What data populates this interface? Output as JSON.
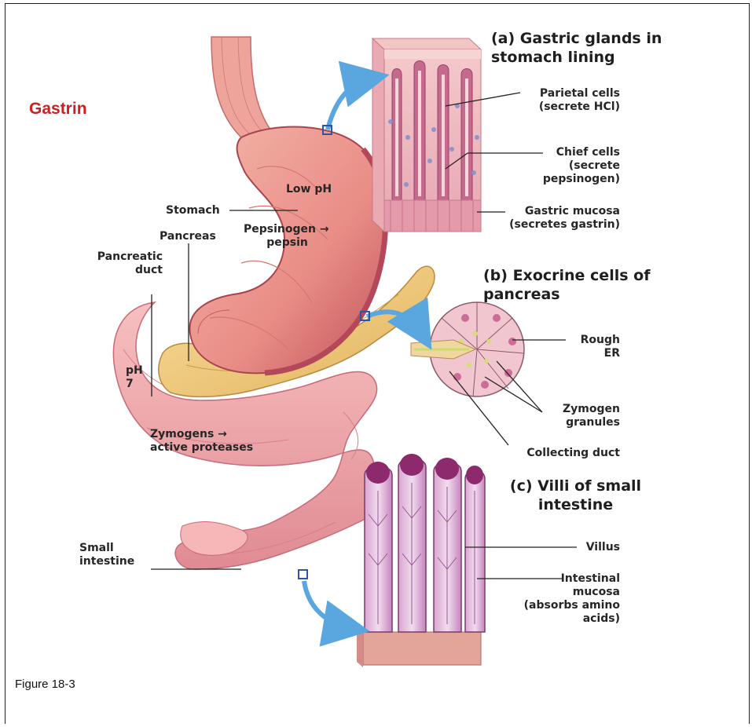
{
  "title": "Gastrin",
  "caption": "Figure 18-3",
  "panels": {
    "a": "(a) Gastric glands in\nstomach lining",
    "b": "(b) Exocrine cells of\npancreas",
    "c": "(c) Villi of small\nintestine"
  },
  "labels": {
    "parietal": "Parietal cells\n(secrete HCl)",
    "chief": "Chief cells\n(secrete\npepsinogen)",
    "gastric_mucosa": "Gastric mucosa\n(secretes gastrin)",
    "low_ph": "Low pH",
    "stomach": "Stomach",
    "pancreas": "Pancreas",
    "pepsinogen": "Pepsinogen →\n      pepsin",
    "pancreatic_duct": "Pancreatic\n duct",
    "ph7": "pH\n7",
    "zymogens": "Zymogens →\nactive proteases",
    "rough_er": "Rough\nER",
    "zymogen_granules": "Zymogen\ngranules",
    "collecting_duct": "Collecting duct",
    "small_intestine": "Small\nintestine",
    "villus": "Villus",
    "intestinal_mucosa": "Intestinal\nmucosa\n(absorbs amino\nacids)"
  },
  "colors": {
    "title": "#cc1f1f",
    "stomach": "#e98c86",
    "pancreas": "#f0c77a",
    "intestine": "#f2a7a8",
    "tissue": "#c35a7e",
    "arrow": "#5aa6df",
    "marker": "#2a56a8"
  }
}
